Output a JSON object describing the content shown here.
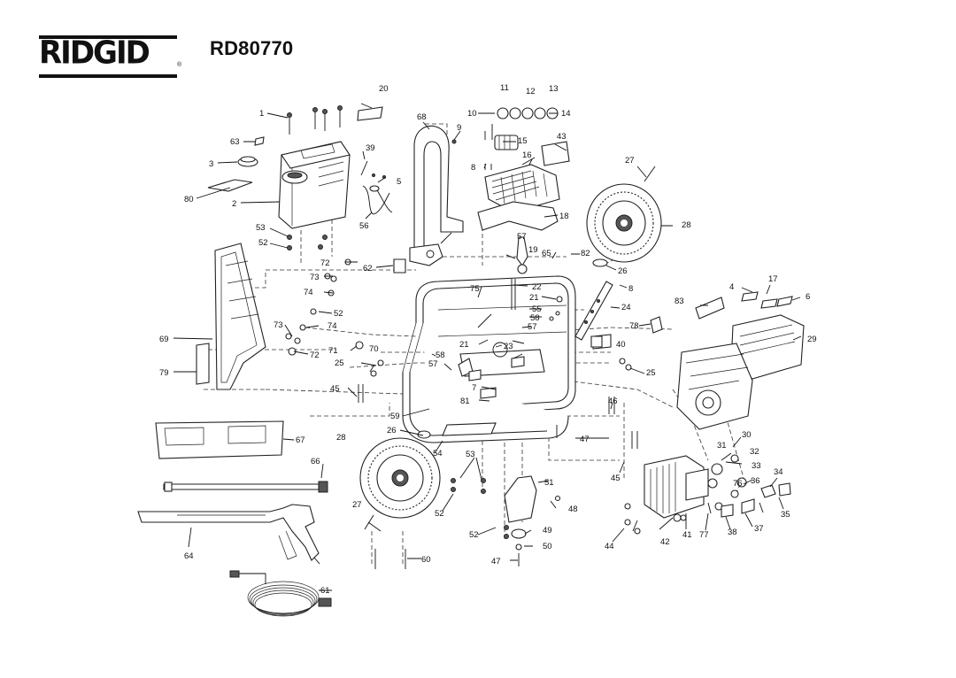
{
  "header": {
    "brand": "RIDGID",
    "model": "RD80770"
  },
  "callouts": [
    "1",
    "2",
    "3",
    "5",
    "6",
    "7",
    "8",
    "9",
    "10",
    "11",
    "12",
    "13",
    "14",
    "15",
    "16",
    "17",
    "18",
    "19",
    "20",
    "21",
    "22",
    "23",
    "24",
    "25",
    "26",
    "27",
    "28",
    "29",
    "30",
    "31",
    "32",
    "33",
    "34",
    "35",
    "36",
    "37",
    "38",
    "39",
    "40",
    "41",
    "42",
    "43",
    "44",
    "45",
    "46",
    "47",
    "48",
    "49",
    "50",
    "51",
    "52",
    "53",
    "54",
    "55",
    "56",
    "57",
    "58",
    "59",
    "60",
    "61",
    "62",
    "63",
    "64",
    "65",
    "66",
    "67",
    "68",
    "69",
    "70",
    "71",
    "72",
    "73",
    "74",
    "75",
    "76",
    "77",
    "78",
    "79",
    "80",
    "81",
    "82",
    "83"
  ]
}
